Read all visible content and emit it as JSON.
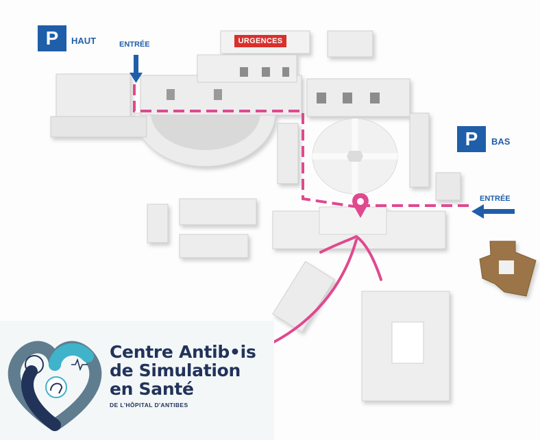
{
  "parking": {
    "haut": {
      "letter": "P",
      "label": "HAUT"
    },
    "bas": {
      "letter": "P",
      "label": "BAS"
    }
  },
  "entrances": {
    "top": "ENTRÉE",
    "right": "ENTRÉE"
  },
  "urgences": "URGENCES",
  "logo": {
    "line1": "Centre Antib•is",
    "line2": "de Simulation",
    "line3": "en Santé",
    "subtitle": "DE L'HÔPITAL D'ANTIBES"
  },
  "colors": {
    "parking_blue": "#1f5ea8",
    "entrance_blue": "#1f5ea8",
    "route_pink": "#e0488f",
    "urgences_red": "#d9302c",
    "logo_navy": "#22335a",
    "logo_teal": "#3fb3c9",
    "logo_slate": "#607d8f",
    "brown_building": "#9b7447"
  },
  "icons": {
    "destination": "map-pin-icon",
    "arrow_top": "arrow-down-icon",
    "arrow_right": "arrow-left-icon",
    "logo_mark": "heart-loops-logo-icon"
  }
}
